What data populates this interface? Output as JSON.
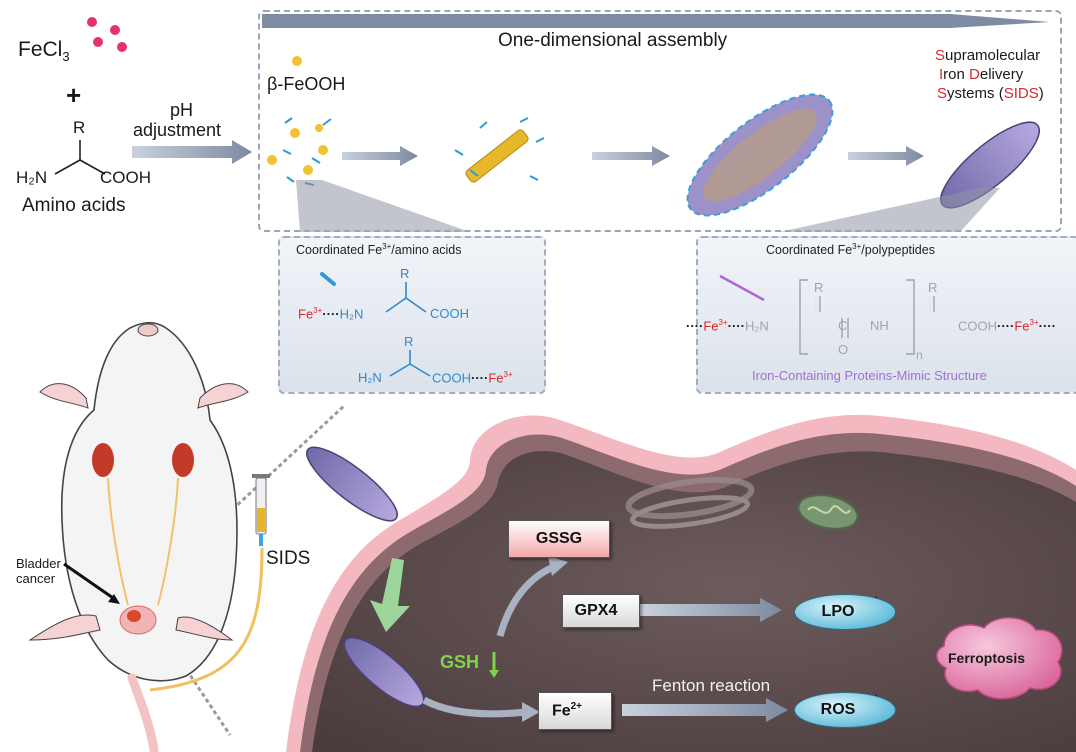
{
  "reactants": {
    "fecl3": "FeCl",
    "fecl3_sub": "3",
    "plus": "+",
    "amino_r": "R",
    "amino_h2n": "H₂N",
    "amino_cooh": "COOH",
    "amino_label": "Amino acids",
    "ph_line1": "pH",
    "ph_line2": "adjustment"
  },
  "assembly": {
    "title": "One-dimensional assembly",
    "feooh": "β-FeOOH",
    "sids_line1_a": "S",
    "sids_line1_b": "upramolecular",
    "sids_line2_a": "I",
    "sids_line2_b": "ron ",
    "sids_line2_c": "D",
    "sids_line2_d": "elivery",
    "sids_line3_a": "S",
    "sids_line3_b": "ystems (",
    "sids_line3_c": "SIDS",
    "sids_line3_d": ")"
  },
  "coord_left": {
    "title_a": "Coordinated Fe",
    "title_sup": "3+",
    "title_b": "/amino acids",
    "fe": "Fe",
    "fe_sup": "3+",
    "dots": "····",
    "h2n": "H₂N",
    "r": "R",
    "cooh": "COOH"
  },
  "coord_right": {
    "title_a": "Coordinated Fe",
    "title_sup": "3+",
    "title_b": "/polypeptides",
    "fe": "Fe",
    "fe_sup": "3+",
    "h2n": "H₂N",
    "r": "R",
    "c": "C",
    "nh": "NH",
    "o": "O",
    "n": "n",
    "cooh": "COOH",
    "subtitle": "Iron-Containing Proteins-Mimic Structure"
  },
  "mouse": {
    "bladder": "Bladder",
    "cancer": "cancer",
    "sids": "SIDS"
  },
  "cell": {
    "gssg": "GSSG",
    "gpx4": "GPX4",
    "gsh": "GSH",
    "fe2": "Fe",
    "fe2_sup": "2+",
    "lpo": "LPO",
    "ros": "ROS",
    "fenton": "Fenton reaction",
    "ferroptosis": "Ferroptosis"
  },
  "colors": {
    "fe_red": "#d42a2a",
    "amino_blue": "#2b8bd0",
    "polypeptide_purple": "#a070d8",
    "gsh_green": "#7fd34a",
    "membrane_pink": "#f3b8c0",
    "cell_interior": "#5b4a4c"
  }
}
